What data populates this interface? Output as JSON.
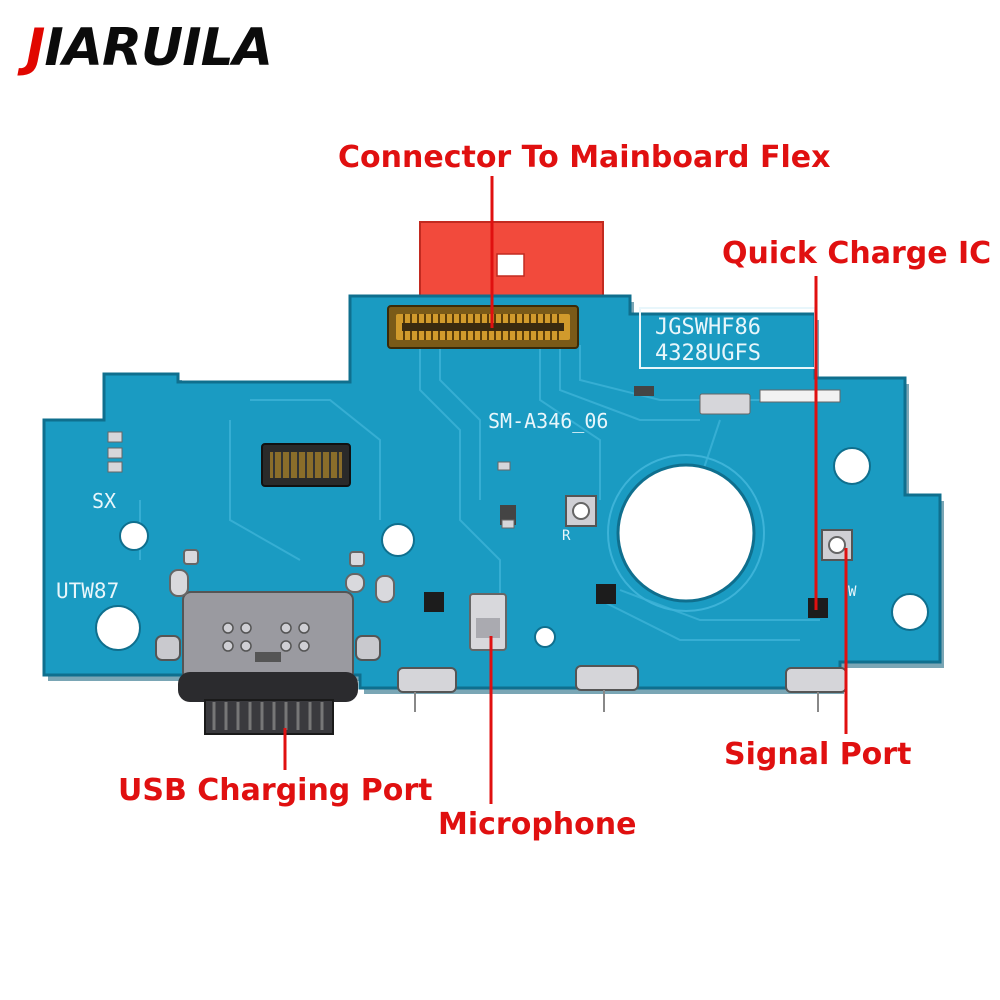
{
  "brand": {
    "first_letter": "J",
    "rest": "IARUILA"
  },
  "labels": {
    "connector": "Connector To Mainboard Flex",
    "quick_charge": "Quick Charge IC",
    "usb": "USB Charging Port",
    "microphone": "Microphone",
    "signal": "Signal Port"
  },
  "board_text": {
    "code1": "JGSWHF86",
    "code2": "4328UGFS",
    "model": "SM-A346_06",
    "sx": "SX",
    "utw": "UTW87",
    "r": "R",
    "w": "W"
  },
  "colors": {
    "board": "#1a9bc2",
    "board_edge": "#0f6f8e",
    "callout": "#e01010",
    "flex_tab": "#f24a3c",
    "connector": "#c8901e"
  }
}
